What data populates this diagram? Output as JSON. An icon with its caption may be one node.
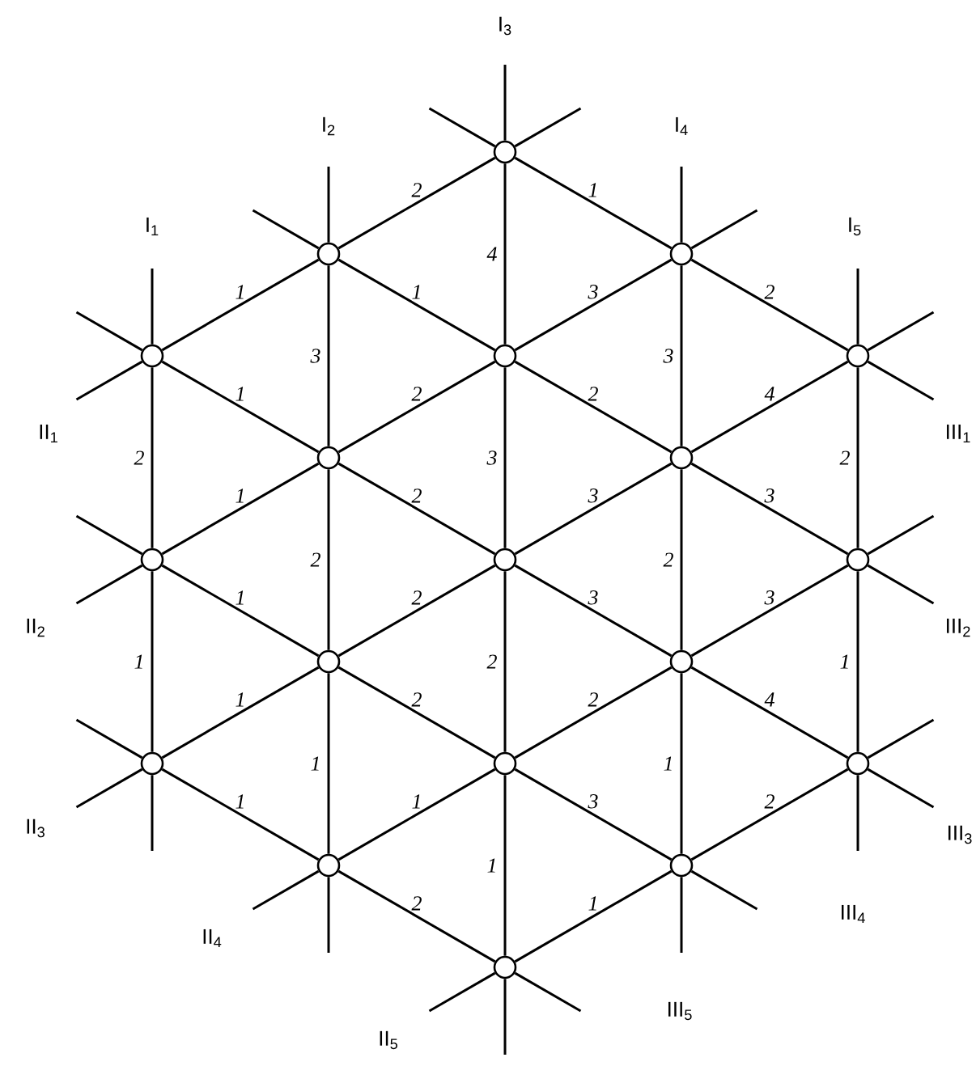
{
  "diagram": {
    "nodes": [
      {
        "text": [],
        "shape": "circle"
      },
      {
        "text": [],
        "shape": "circle"
      },
      {
        "text": [],
        "shape": "circle"
      },
      {
        "text": [],
        "shape": "circle"
      },
      {
        "text": [],
        "shape": "circle"
      },
      {
        "text": [],
        "shape": "circle"
      },
      {
        "text": [],
        "shape": "circle"
      },
      {
        "text": [],
        "shape": "circle"
      },
      {
        "text": [],
        "shape": "circle"
      },
      {
        "text": [],
        "shape": "circle"
      },
      {
        "text": [],
        "shape": "circle"
      },
      {
        "text": [],
        "shape": "circle"
      },
      {
        "text": [],
        "shape": "circle"
      },
      {
        "text": [],
        "shape": "circle"
      },
      {
        "text": [],
        "shape": "circle"
      },
      {
        "text": [],
        "shape": "circle"
      },
      {
        "text": [],
        "shape": "circle"
      },
      {
        "text": [],
        "shape": "circle"
      },
      {
        "text": [],
        "shape": "circle"
      }
    ],
    "edges": [
      {
        "from": 3,
        "to": 8,
        "arrow": "none",
        "label": "2"
      },
      {
        "from": 8,
        "to": 13,
        "arrow": "none",
        "label": "1"
      },
      {
        "from": 1,
        "to": 6,
        "arrow": "none",
        "label": "3"
      },
      {
        "from": 6,
        "to": 11,
        "arrow": "none",
        "label": "2"
      },
      {
        "from": 11,
        "to": 16,
        "arrow": "none",
        "label": "1"
      },
      {
        "from": 0,
        "to": 4,
        "arrow": "none",
        "label": "4"
      },
      {
        "from": 4,
        "to": 9,
        "arrow": "none",
        "label": "3"
      },
      {
        "from": 9,
        "to": 14,
        "arrow": "none",
        "label": "2"
      },
      {
        "from": 14,
        "to": 18,
        "arrow": "none",
        "label": "1"
      },
      {
        "from": 2,
        "to": 7,
        "arrow": "none",
        "label": "3"
      },
      {
        "from": 7,
        "to": 12,
        "arrow": "none",
        "label": "2"
      },
      {
        "from": 12,
        "to": 17,
        "arrow": "none",
        "label": "1"
      },
      {
        "from": 5,
        "to": 10,
        "arrow": "none",
        "label": "2"
      },
      {
        "from": 10,
        "to": 15,
        "arrow": "none",
        "label": "1"
      },
      {
        "from": 3,
        "to": 1,
        "arrow": "none",
        "label": "1"
      },
      {
        "from": 1,
        "to": 0,
        "arrow": "none",
        "label": "2"
      },
      {
        "from": 8,
        "to": 6,
        "arrow": "none",
        "label": "1"
      },
      {
        "from": 6,
        "to": 4,
        "arrow": "none",
        "label": "2"
      },
      {
        "from": 4,
        "to": 2,
        "arrow": "none",
        "label": "3"
      },
      {
        "from": 13,
        "to": 11,
        "arrow": "none",
        "label": "1"
      },
      {
        "from": 11,
        "to": 9,
        "arrow": "none",
        "label": "2"
      },
      {
        "from": 9,
        "to": 7,
        "arrow": "none",
        "label": "3"
      },
      {
        "from": 7,
        "to": 5,
        "arrow": "none",
        "label": "4"
      },
      {
        "from": 16,
        "to": 14,
        "arrow": "none",
        "label": "1"
      },
      {
        "from": 14,
        "to": 12,
        "arrow": "none",
        "label": "2"
      },
      {
        "from": 12,
        "to": 10,
        "arrow": "none",
        "label": "3"
      },
      {
        "from": 18,
        "to": 17,
        "arrow": "none",
        "label": "1"
      },
      {
        "from": 17,
        "to": 15,
        "arrow": "none",
        "label": "2"
      },
      {
        "from": 0,
        "to": 2,
        "arrow": "none",
        "label": "1"
      },
      {
        "from": 2,
        "to": 5,
        "arrow": "none",
        "label": "2"
      },
      {
        "from": 1,
        "to": 4,
        "arrow": "none",
        "label": "1"
      },
      {
        "from": 4,
        "to": 7,
        "arrow": "none",
        "label": "2"
      },
      {
        "from": 7,
        "to": 10,
        "arrow": "none",
        "label": "3"
      },
      {
        "from": 3,
        "to": 6,
        "arrow": "none",
        "label": "1"
      },
      {
        "from": 6,
        "to": 9,
        "arrow": "none",
        "label": "2"
      },
      {
        "from": 9,
        "to": 12,
        "arrow": "none",
        "label": "3"
      },
      {
        "from": 12,
        "to": 15,
        "arrow": "none",
        "label": "4"
      },
      {
        "from": 8,
        "to": 11,
        "arrow": "none",
        "label": "1"
      },
      {
        "from": 11,
        "to": 14,
        "arrow": "none",
        "label": "2"
      },
      {
        "from": 14,
        "to": 17,
        "arrow": "none",
        "label": "3"
      },
      {
        "from": 13,
        "to": 16,
        "arrow": "none",
        "label": "1"
      },
      {
        "from": 16,
        "to": 18,
        "arrow": "none",
        "label": "2"
      },
      {
        "from": 3,
        "to": null,
        "arrow": "none"
      },
      {
        "from": 1,
        "to": null,
        "arrow": "none"
      },
      {
        "from": 0,
        "to": null,
        "arrow": "none"
      },
      {
        "from": 2,
        "to": null,
        "arrow": "none"
      },
      {
        "from": 5,
        "to": null,
        "arrow": "none"
      },
      {
        "from": 13,
        "to": null,
        "arrow": "none"
      },
      {
        "from": 16,
        "to": null,
        "arrow": "none"
      },
      {
        "from": 18,
        "to": null,
        "arrow": "none"
      },
      {
        "from": 17,
        "to": null,
        "arrow": "none"
      },
      {
        "from": 15,
        "to": null,
        "arrow": "none"
      },
      {
        "from": 3,
        "to": null,
        "arrow": "none"
      },
      {
        "from": 8,
        "to": null,
        "arrow": "none"
      },
      {
        "from": 13,
        "to": null,
        "arrow": "none"
      },
      {
        "from": 16,
        "to": null,
        "arrow": "none"
      },
      {
        "from": 18,
        "to": null,
        "arrow": "none"
      },
      {
        "from": 0,
        "to": null,
        "arrow": "none"
      },
      {
        "from": 2,
        "to": null,
        "arrow": "none"
      },
      {
        "from": 5,
        "to": null,
        "arrow": "none"
      },
      {
        "from": 10,
        "to": null,
        "arrow": "none"
      },
      {
        "from": 15,
        "to": null,
        "arrow": "none"
      },
      {
        "from": 0,
        "to": null,
        "arrow": "none"
      },
      {
        "from": 1,
        "to": null,
        "arrow": "none"
      },
      {
        "from": 3,
        "to": null,
        "arrow": "none"
      },
      {
        "from": 8,
        "to": null,
        "arrow": "none"
      },
      {
        "from": 13,
        "to": null,
        "arrow": "none"
      },
      {
        "from": 5,
        "to": null,
        "arrow": "none"
      },
      {
        "from": 10,
        "to": null,
        "arrow": "none"
      },
      {
        "from": 15,
        "to": null,
        "arrow": "none"
      },
      {
        "from": 17,
        "to": null,
        "arrow": "none"
      },
      {
        "from": 18,
        "to": null,
        "arrow": "none"
      }
    ],
    "labels": [
      "I$_{3}$",
      "I$_{2}$",
      "I$_{4}$",
      "I$_{1}$",
      "I$_{5}$",
      "II$_{1}$",
      "III$_{1}$",
      "II$_{2}$",
      "III$_{2}$",
      "II$_{3}$",
      "III$_{3}$",
      "III$_{4}$",
      "II$_{4}$",
      "III$_{5}$",
      "II$_{5}$"
    ]
  }
}
